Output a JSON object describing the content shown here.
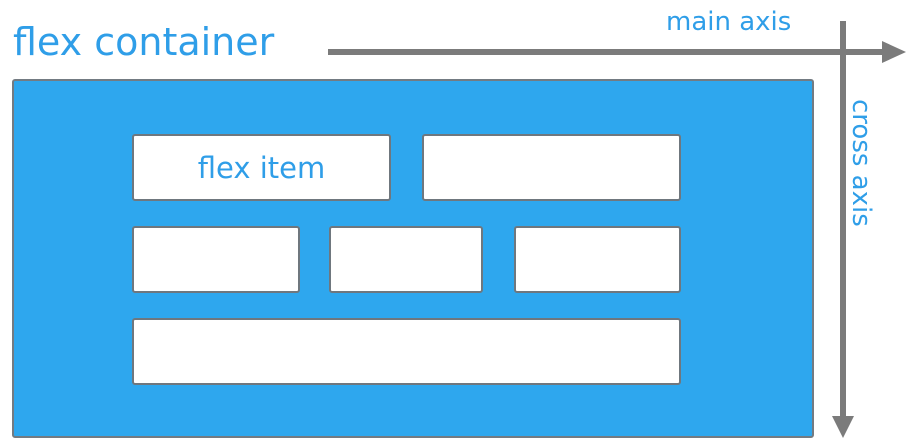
{
  "title": "flex container",
  "axes": {
    "main_label": "main axis",
    "cross_label": "cross axis"
  },
  "items": [
    {
      "label": "flex item"
    },
    {
      "label": ""
    },
    {
      "label": ""
    },
    {
      "label": ""
    },
    {
      "label": ""
    },
    {
      "label": ""
    }
  ],
  "colors": {
    "accent_text": "#2f9ee8",
    "container_fill": "#2ea7ee",
    "border": "#737b82",
    "arrow": "#7b7b7b"
  }
}
